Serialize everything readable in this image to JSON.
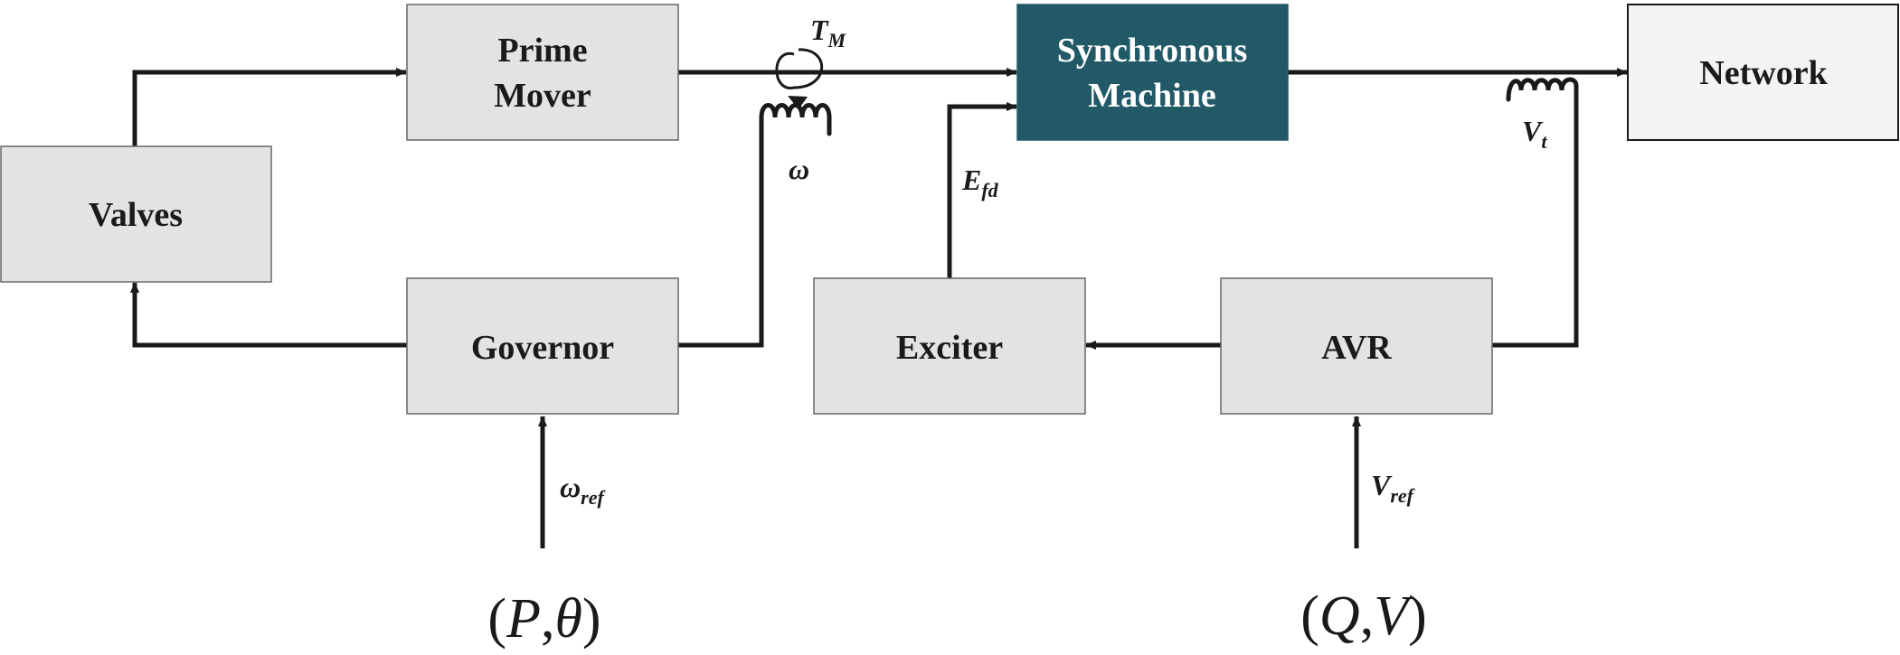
{
  "blocks": {
    "prime_mover": {
      "line1": "Prime",
      "line2": "Mover"
    },
    "synchronous_machine": {
      "line1": "Synchronous",
      "line2": "Machine",
      "fill": "#215967"
    },
    "network": {
      "label": "Network"
    },
    "valves": {
      "label": "Valves"
    },
    "governor": {
      "label": "Governor"
    },
    "exciter": {
      "label": "Exciter"
    },
    "avr": {
      "label": "AVR"
    }
  },
  "signals": {
    "mechanical_torque": {
      "main": "T",
      "sub": "M"
    },
    "speed": {
      "main": "ω"
    },
    "field_voltage": {
      "main": "E",
      "sub": "fd"
    },
    "terminal_voltage": {
      "main": "V",
      "sub": "t"
    },
    "speed_reference": {
      "main": "ω",
      "sub": "ref"
    },
    "voltage_reference": {
      "main": "V",
      "sub": "ref"
    }
  },
  "inputs": {
    "active_power_pair": {
      "open": "(",
      "first": "P",
      "sep": ",",
      "second": "θ",
      "close": ")"
    },
    "reactive_power_pair": {
      "open": "(",
      "first": "Q",
      "sep": ",",
      "second": "V",
      "close": ")"
    }
  }
}
